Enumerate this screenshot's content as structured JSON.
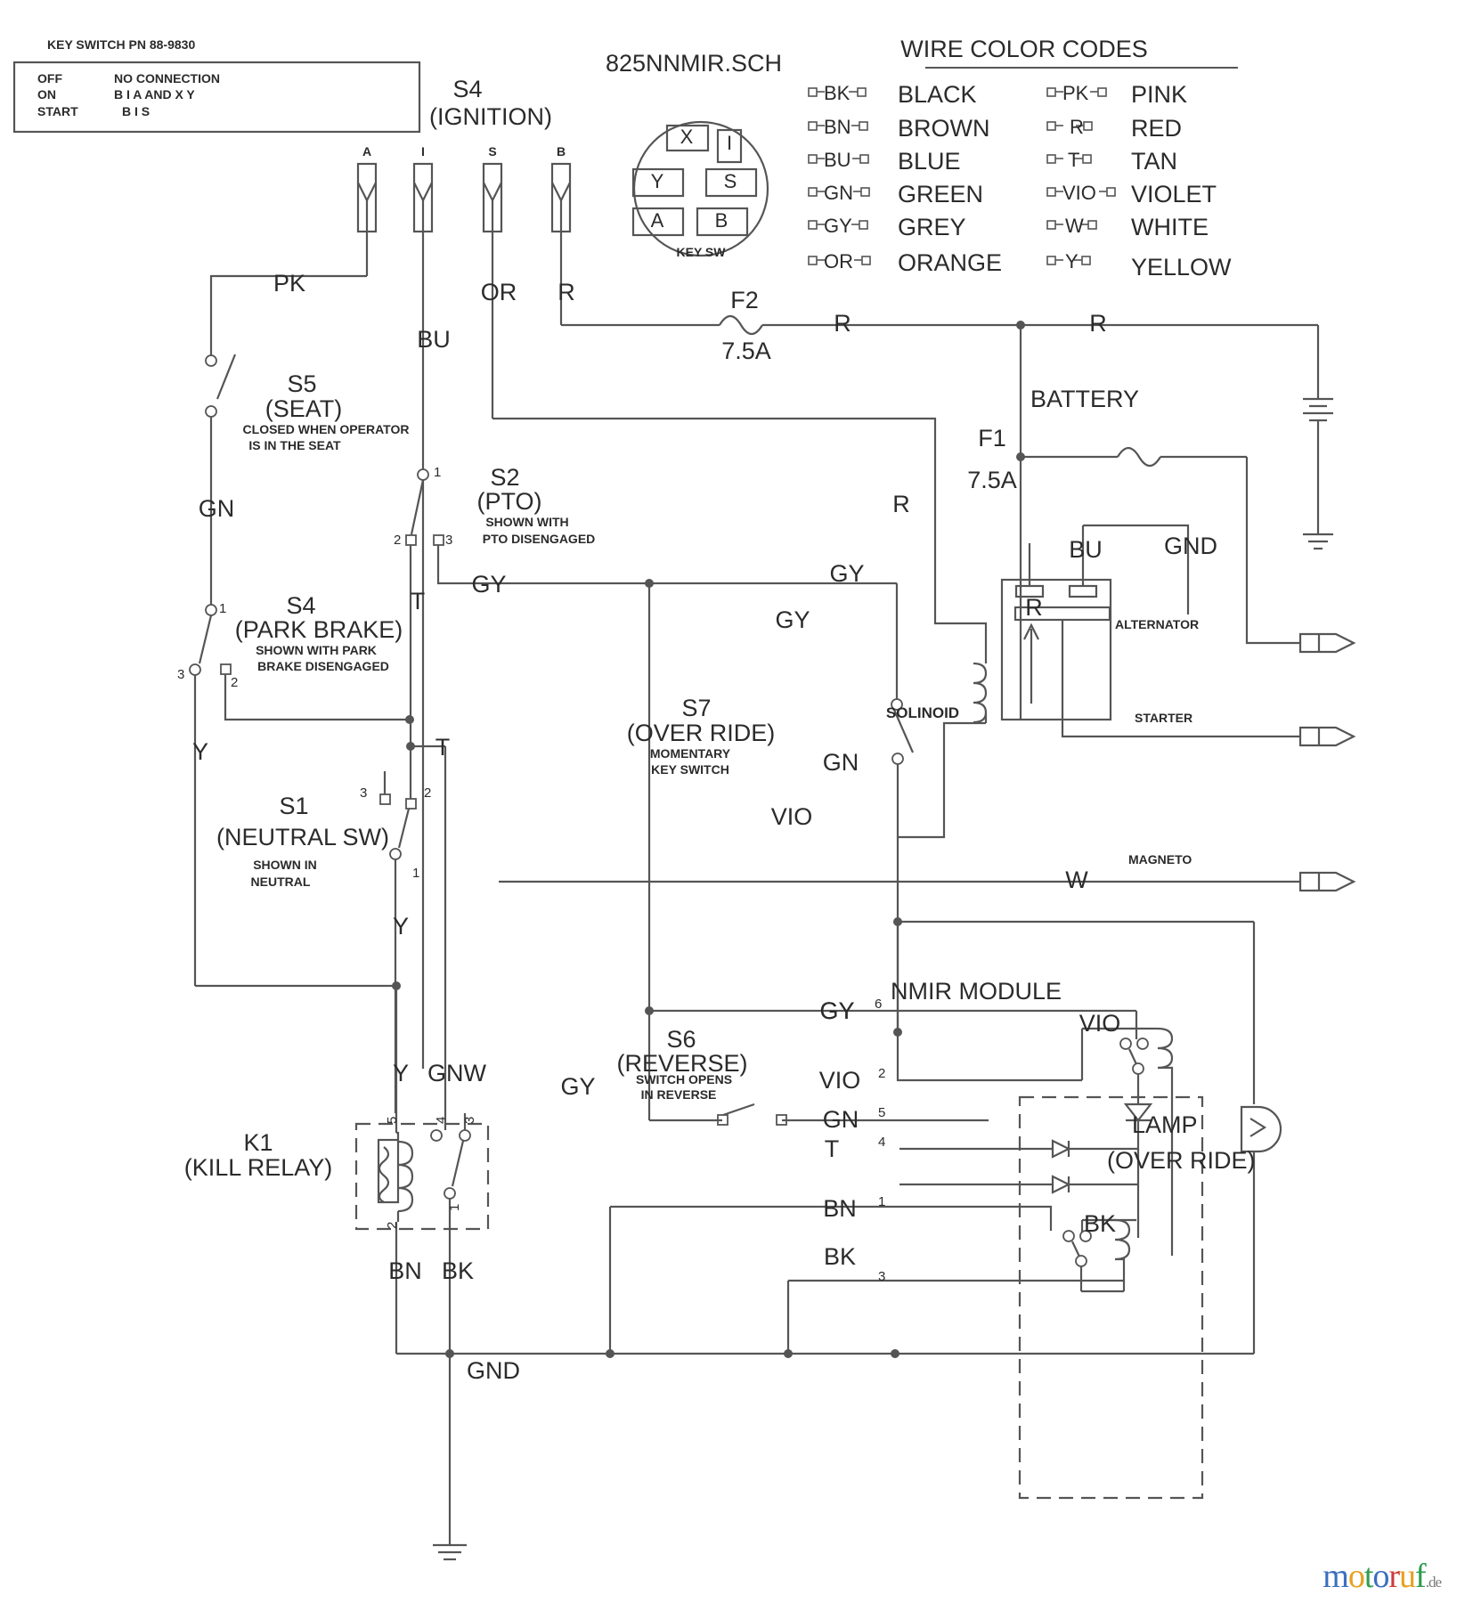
{
  "title": "825NNMIR.SCH",
  "key_switch_note": {
    "heading": "KEY SWITCH PN 88-9830",
    "rows": [
      {
        "state": "OFF",
        "connection": "NO CONNECTION"
      },
      {
        "state": "ON",
        "connection": "B I A     AND   X Y"
      },
      {
        "state": "START",
        "connection": "B I S"
      }
    ]
  },
  "key_switch_symbol": {
    "caption": "KEY SW",
    "terminals": [
      "X",
      "I",
      "Y",
      "S",
      "A",
      "B"
    ]
  },
  "ignition": {
    "ref": "S4",
    "name": "(IGNITION)",
    "terminals": [
      "A",
      "I",
      "S",
      "B"
    ]
  },
  "wire_color_codes": {
    "heading": "WIRE COLOR CODES",
    "left": [
      {
        "code": "BK",
        "name": "BLACK"
      },
      {
        "code": "BN",
        "name": "BROWN"
      },
      {
        "code": "BU",
        "name": "BLUE"
      },
      {
        "code": "GN",
        "name": "GREEN"
      },
      {
        "code": "GY",
        "name": "GREY"
      },
      {
        "code": "OR",
        "name": "ORANGE"
      }
    ],
    "right": [
      {
        "code": "PK",
        "name": "PINK"
      },
      {
        "code": "R",
        "name": "RED"
      },
      {
        "code": "T",
        "name": "TAN"
      },
      {
        "code": "VIO",
        "name": "VIOLET"
      },
      {
        "code": "W",
        "name": "WHITE"
      },
      {
        "code": "Y",
        "name": "YELLOW"
      }
    ]
  },
  "switches": [
    {
      "ref": "S5",
      "name": "(SEAT)",
      "note1": "CLOSED WHEN OPERATOR",
      "note2": "IS IN THE SEAT"
    },
    {
      "ref": "S2",
      "name": "(PTO)",
      "note1": "SHOWN WITH",
      "note2": "PTO DISENGAGED"
    },
    {
      "ref": "S4",
      "name": "(PARK BRAKE)",
      "note1": "SHOWN WITH PARK",
      "note2": "BRAKE DISENGAGED"
    },
    {
      "ref": "S1",
      "name": "(NEUTRAL SW)",
      "note1": "SHOWN IN",
      "note2": "NEUTRAL"
    },
    {
      "ref": "S7",
      "name": "(OVER RIDE)",
      "note1": "MOMENTARY",
      "note2": "KEY SWITCH"
    },
    {
      "ref": "S6",
      "name": "(REVERSE)",
      "note1": "SWITCH OPENS",
      "note2": "IN REVERSE"
    }
  ],
  "components": {
    "k1_ref": "K1",
    "k1_name": "(KILL RELAY)",
    "solenoid": "SOLINOID",
    "battery": "BATTERY",
    "alternator": "ALTERNATOR",
    "starter": "STARTER",
    "magneto": "MAGNETO",
    "nmir_module": "NMIR MODULE",
    "lamp": "LAMP",
    "lamp_sub": "(OVER RIDE)",
    "gnd_right": "GND",
    "gnd_bottom": "GND"
  },
  "fuses": [
    {
      "ref": "F2",
      "rating": "7.5A"
    },
    {
      "ref": "F1",
      "rating": "7.5A"
    }
  ],
  "wire_labels": [
    "PK",
    "BU",
    "OR",
    "R",
    "R",
    "R",
    "R",
    "R",
    "GN",
    "GY",
    "GY",
    "GY",
    "GY",
    "GY",
    "Y",
    "Y",
    "Y",
    "Y",
    "T",
    "T",
    "VIO",
    "VIO",
    "GN",
    "GN",
    "BU",
    "W",
    "BN",
    "BK",
    "BK",
    "T",
    "GNW"
  ],
  "nmir_pins": [
    {
      "pin": "6",
      "label": "GY"
    },
    {
      "pin": "2",
      "label": "VIO"
    },
    {
      "pin": "5",
      "label": "GN"
    },
    {
      "pin": "4",
      "label": "T"
    },
    {
      "pin": "1",
      "label": "BN"
    },
    {
      "pin": "3",
      "label": "BK"
    }
  ],
  "watermark": {
    "text": "motoruf",
    "suffix": ".de"
  }
}
